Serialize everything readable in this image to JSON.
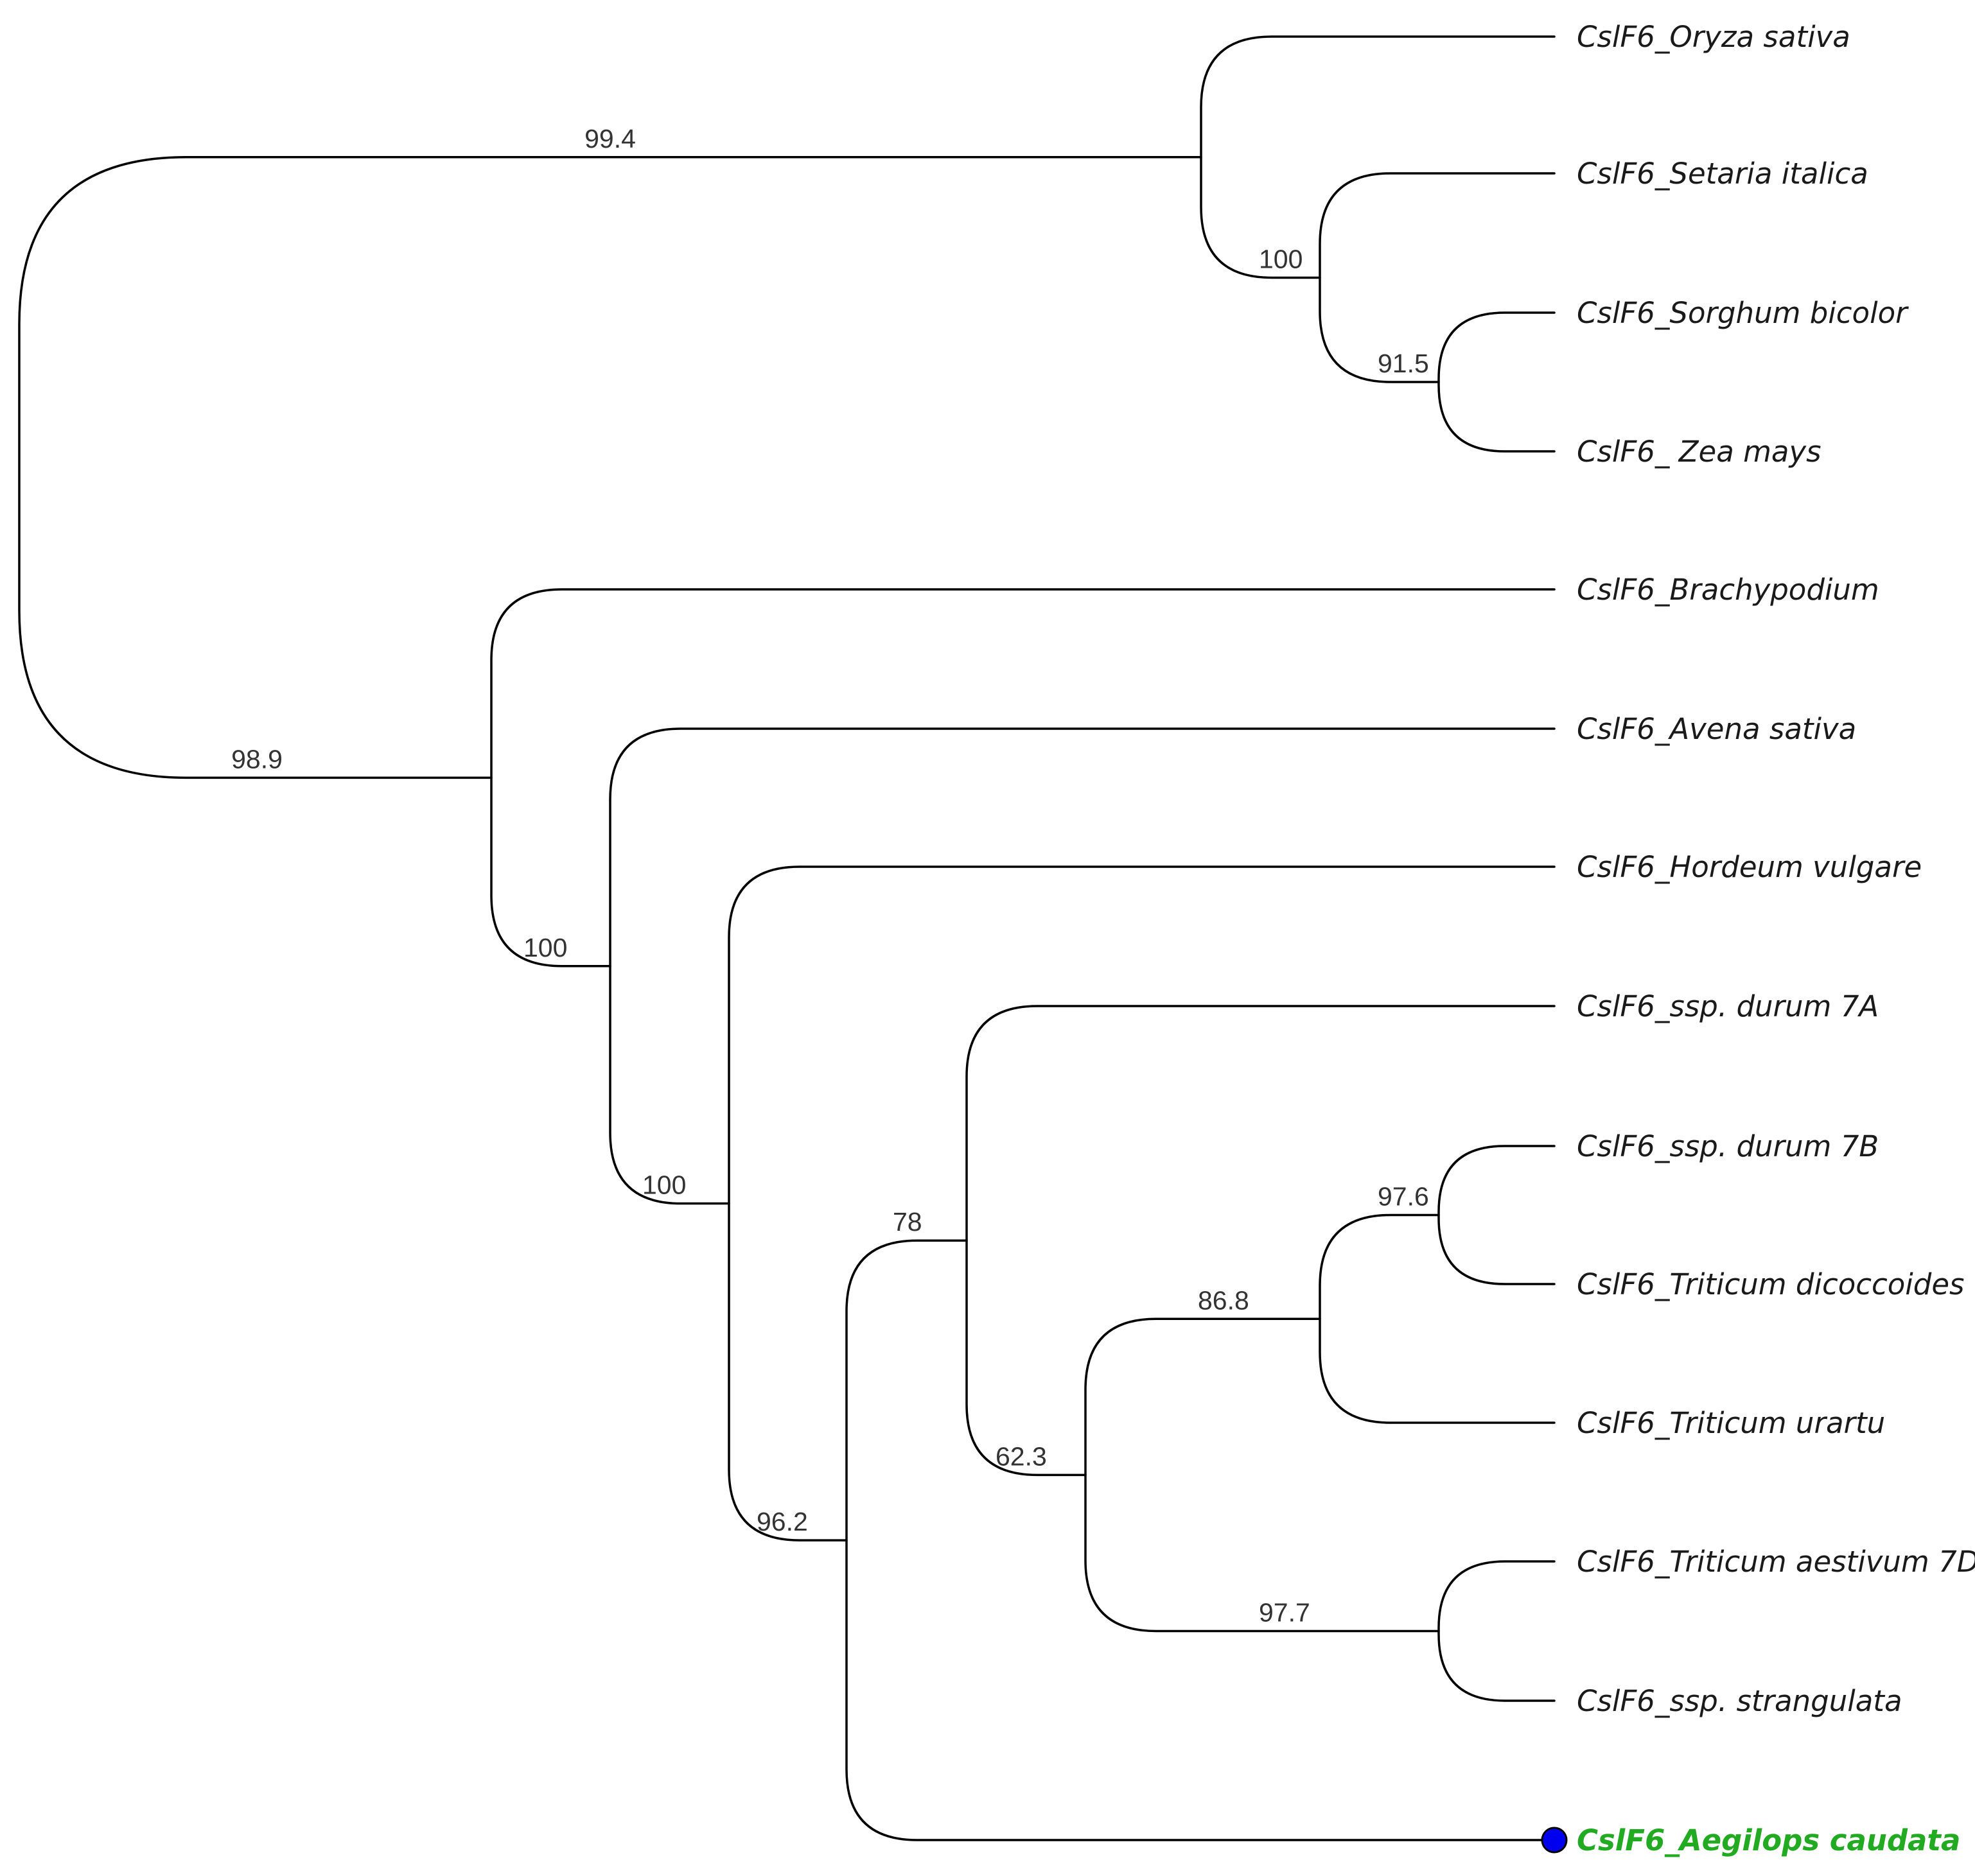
{
  "tree": {
    "highlight_color": "#22aa22",
    "marker_color": "#0000ee",
    "leaves": [
      {
        "id": "oryza",
        "label": "CslF6_Oryza sativa"
      },
      {
        "id": "setaria",
        "label": "CslF6_Setaria italica"
      },
      {
        "id": "sorghum",
        "label": "CslF6_Sorghum bicolor"
      },
      {
        "id": "zea",
        "label": "CslF6_ Zea mays"
      },
      {
        "id": "brachy",
        "label": "CslF6_Brachypodium"
      },
      {
        "id": "avena",
        "label": "CslF6_Avena sativa"
      },
      {
        "id": "hordeum",
        "label": "CslF6_Hordeum vulgare"
      },
      {
        "id": "durum7a",
        "label": "CslF6_ssp. durum 7A"
      },
      {
        "id": "durum7b",
        "label": "CslF6_ssp. durum 7B"
      },
      {
        "id": "dicoccoides",
        "label": "CslF6_Triticum dicoccoides"
      },
      {
        "id": "urartu",
        "label": "CslF6_Triticum urartu"
      },
      {
        "id": "aestivum",
        "label": "CslF6_Triticum aestivum 7D"
      },
      {
        "id": "strangulata",
        "label": "CslF6_ssp. strangulata"
      },
      {
        "id": "caudata",
        "label": "CslF6_Aegilops caudata",
        "highlight": true
      }
    ],
    "bootstrap": [
      {
        "clade": "panicoid-oryza",
        "value": "99.4"
      },
      {
        "clade": "setaria-sorghum-zea",
        "value": "100"
      },
      {
        "clade": "sorghum-zea",
        "value": "91.5"
      },
      {
        "clade": "pooideae",
        "value": "98.9"
      },
      {
        "clade": "avena-triticeae",
        "value": "100"
      },
      {
        "clade": "hordeum-triticeae",
        "value": "100"
      },
      {
        "clade": "triticum-aegilops",
        "value": "96.2"
      },
      {
        "clade": "triticum",
        "value": "78"
      },
      {
        "clade": "triticum-inner",
        "value": "62.3"
      },
      {
        "clade": "durum7b-dicoccoides-urartu",
        "value": "86.8"
      },
      {
        "clade": "durum7b-dicoccoides",
        "value": "97.6"
      },
      {
        "clade": "aestivum-strangulata",
        "value": "97.7"
      }
    ]
  }
}
